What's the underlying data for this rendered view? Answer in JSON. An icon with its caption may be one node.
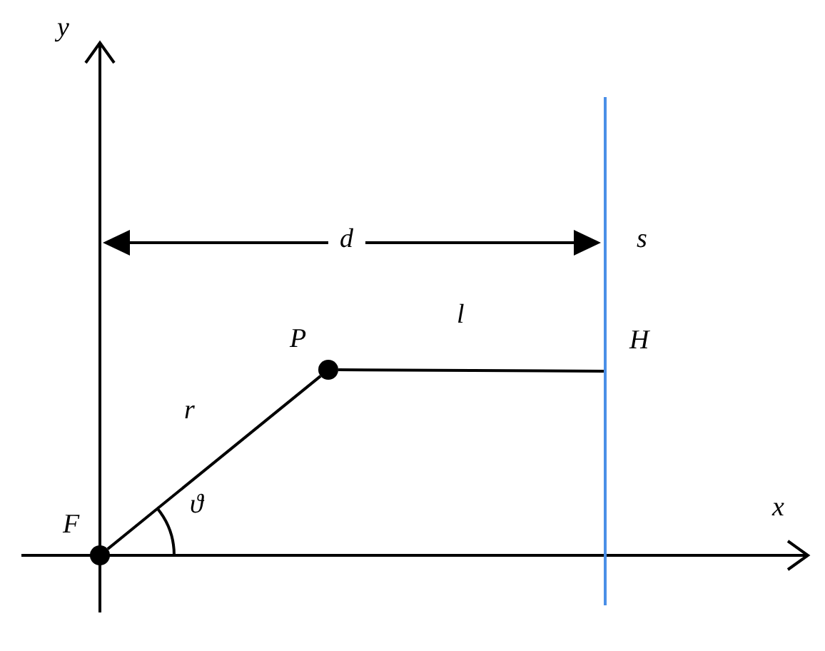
{
  "diagram": {
    "nodes": [
      {
        "text": [],
        "shape": "circle",
        "beside": [
          "F"
        ]
      },
      {
        "text": [],
        "shape": "circle",
        "beside": [
          "P"
        ]
      },
      {
        "text": [],
        "shape": "bar",
        "beside": [
          "s",
          "H"
        ]
      }
    ],
    "edges": [
      {
        "from": 0,
        "to": 1,
        "arrow": "none",
        "label": "r"
      },
      {
        "from": 1,
        "to": 2,
        "arrow": "none",
        "label": "l"
      }
    ],
    "labels": [
      "y",
      "d",
      "ϑ",
      "x"
    ]
  }
}
